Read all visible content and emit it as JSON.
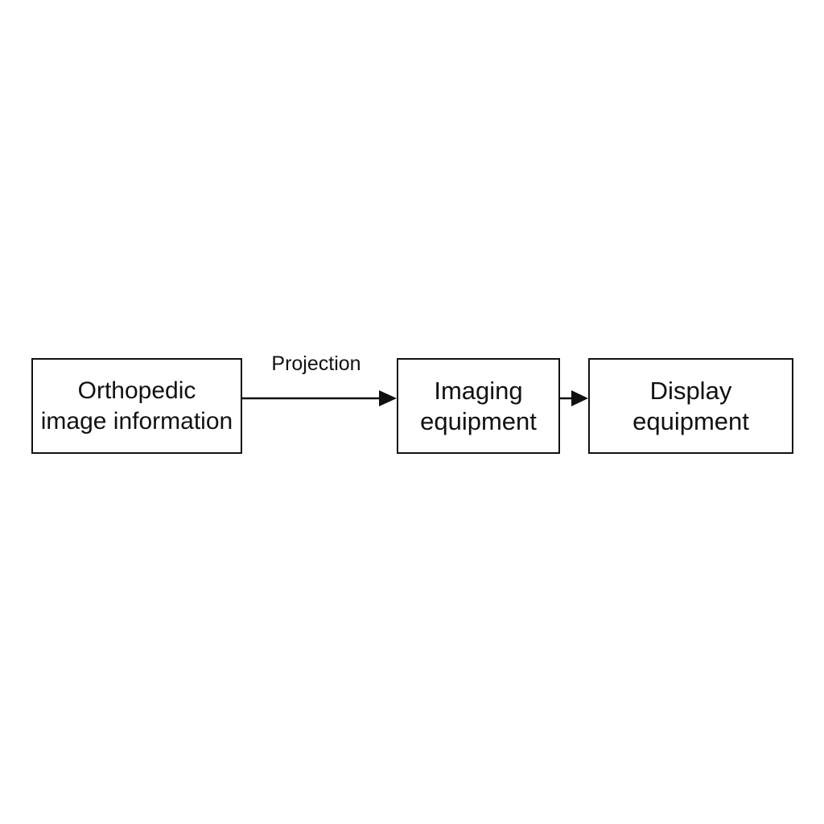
{
  "diagram": {
    "nodes": [
      {
        "id": "orthopedic",
        "lines": [
          "Orthopedic",
          "image information"
        ]
      },
      {
        "id": "imaging",
        "lines": [
          "Imaging",
          "equipment"
        ]
      },
      {
        "id": "display",
        "lines": [
          "Display",
          "equipment"
        ]
      }
    ],
    "edges": [
      {
        "from": "orthopedic",
        "to": "imaging",
        "label": "Projection"
      },
      {
        "from": "imaging",
        "to": "display",
        "label": ""
      }
    ]
  }
}
